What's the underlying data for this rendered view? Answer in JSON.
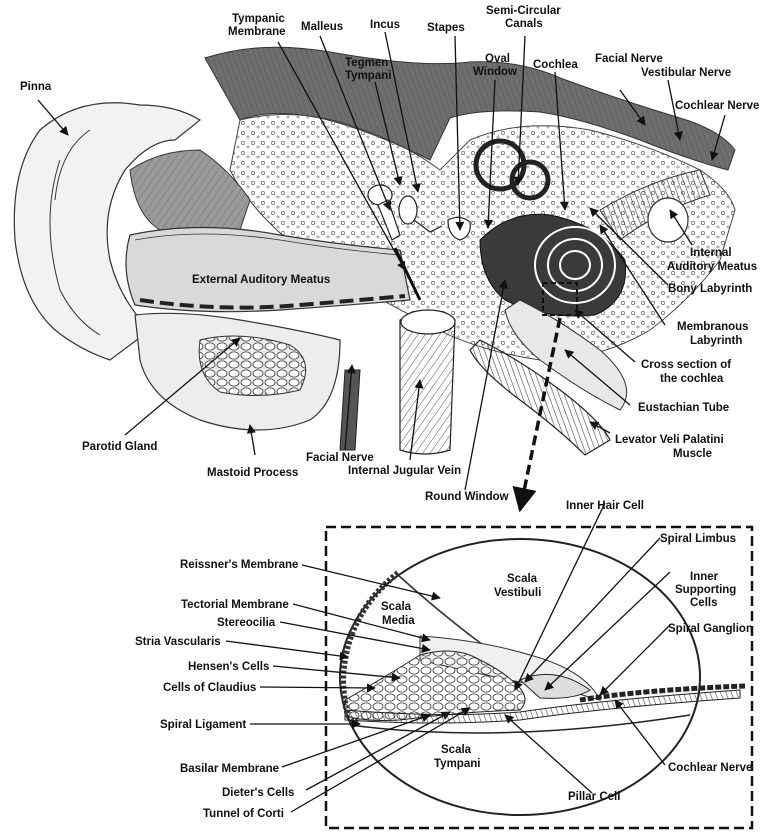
{
  "upper_labels": {
    "pinna": "Pinna",
    "tympanic_membrane": [
      "Tympanic",
      "Membrane"
    ],
    "malleus": "Malleus",
    "incus": "Incus",
    "tegmen_tympani": [
      "Tegmen",
      "Tympani"
    ],
    "stapes": "Stapes",
    "semicircular_canals": [
      "Semi-Circular",
      "Canals"
    ],
    "oval_window": [
      "Oval",
      "Window"
    ],
    "cochlea": "Cochlea",
    "facial_nerve_top": "Facial Nerve",
    "vestibular_nerve": "Vestibular Nerve",
    "cochlear_nerve_top": "Cochlear Nerve",
    "internal_auditory_meatus": [
      "Internal",
      "Auditory Meatus"
    ],
    "bony_labyrinth": "Bony Labyrinth",
    "membranous_labyrinth": [
      "Membranous",
      "Labyrinth"
    ],
    "cross_section": [
      "Cross section of",
      "the cochlea"
    ],
    "eustachian_tube": "Eustachian Tube",
    "levator_veli_palatini": [
      "Levator Veli Palatini",
      "Muscle"
    ],
    "external_auditory_meatus": "External Auditory Meatus",
    "parotid_gland": "Parotid Gland",
    "mastoid_process": "Mastoid Process",
    "facial_nerve_bottom": "Facial Nerve",
    "internal_jugular_vein": "Internal Jugular Vein",
    "round_window": "Round Window"
  },
  "lower_labels": {
    "inner_hair_cell": "Inner Hair Cell",
    "spiral_limbus": "Spiral Limbus",
    "inner_supporting_cells": [
      "Inner",
      "Supporting",
      "Cells"
    ],
    "spiral_ganglion": "Spiral Ganglion",
    "cochlear_nerve": "Cochlear Nerve",
    "pillar_cell": "Pillar Cell",
    "reissners_membrane": "Reissner's Membrane",
    "tectorial_membrane": "Tectorial Membrane",
    "stereocilia": "Stereocilia",
    "stria_vascularis": "Stria Vascularis",
    "hensens_cells": "Hensen's Cells",
    "cells_of_claudius": "Cells of Claudius",
    "spiral_ligament": "Spiral Ligament",
    "basilar_membrane": "Basilar Membrane",
    "dieters_cells": "Dieter's Cells",
    "tunnel_of_corti": "Tunnel of Corti",
    "scala_vestibuli": [
      "Scala",
      "Vestibuli"
    ],
    "scala_media": [
      "Scala",
      "Media"
    ],
    "scala_tympani": [
      "Scala",
      "Tympani"
    ]
  }
}
